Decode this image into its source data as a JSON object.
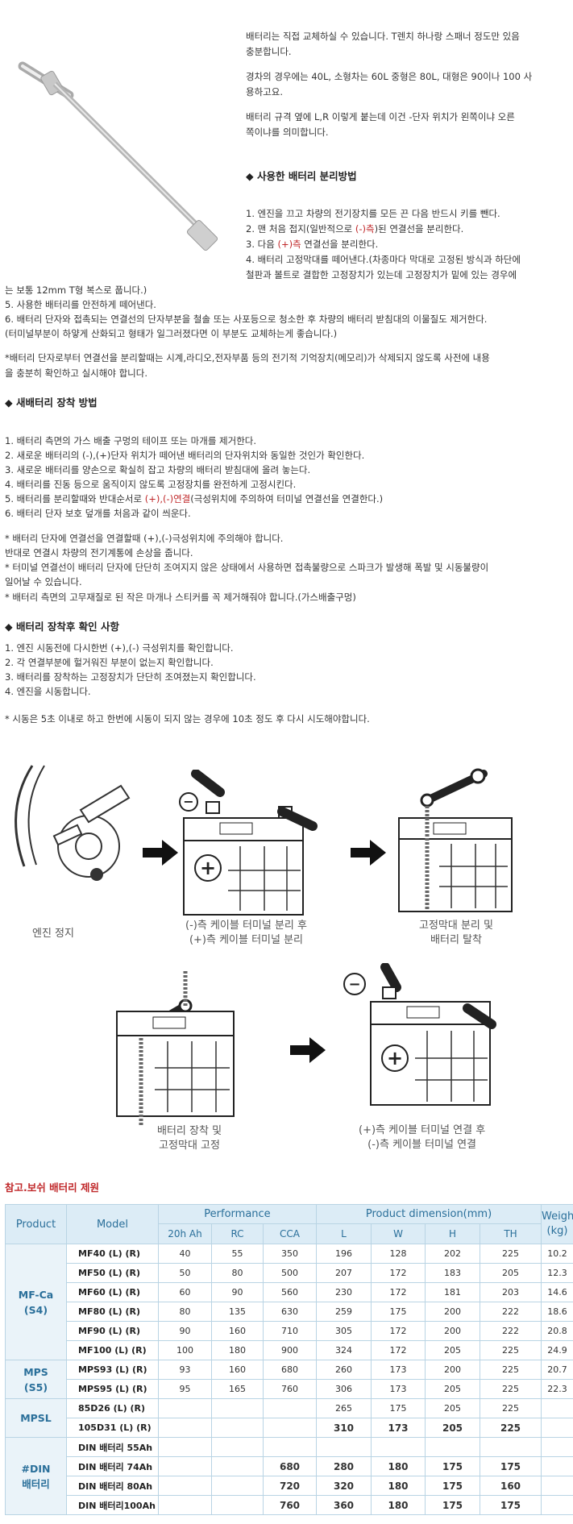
{
  "intro": {
    "p1": [
      "배터리는 직접 교체하실 수 있습니다. T렌치 하나랑 스패너 정도만 있음",
      "충분합니다."
    ],
    "p2": [
      "경차의 경우에는 40L, 소형차는 60L 중형은 80L, 대형은 90이나 100 사",
      "용하고요."
    ],
    "p3": [
      "배터리 규격 옆에 L,R 이렇게 붙는데 이건 -단자 위치가 왼쪽이냐 오른",
      "쪽이냐를 의미합니다."
    ]
  },
  "removal": {
    "heading": "◆ 사용한 배터리 분리방법",
    "s1": "1. 엔진을 끄고 차량의 전기장치를 모든 끈 다음 반드시 키를 뺀다.",
    "s2_a": "2. 맨 처음 접지(일반적으로 ",
    "s2_red": "(-)측",
    "s2_b": ")된 연결선을 분리한다.",
    "s3_a": "3. 다음 ",
    "s3_red": "(+)측",
    "s3_b": " 연결선을 분리한다.",
    "s4a": "4. 배터리 고정막대를 떼어낸다.(차종마다 막대로 고정된 방식과 하단에",
    "s4b": "철판과 볼트로 결합한 고정장치가 있는데 고정장치가 밑에 있는 경우에",
    "s4c": "는 보통 12mm T형 복스로 풉니다.)",
    "s5": "5. 사용한 배터리를 안전하게 떼어낸다.",
    "s6a": "6. 배터리 단자와 접촉되는 연결선의 단자부분을 철솔 또는 사포등으로 청소한 후 차량의 배터리 받침대의 이물질도 제거한다.",
    "s6b": "(터미널부분이 하얗게 산화되고 형태가 일그러졌다면 이 부분도 교체하는게 좋습니다.)",
    "note_a": "*배터리 단자로부터 연결선을 분리할때는 시계,라디오,전자부품 등의 전기적 기억장치(메모리)가 삭제되지 않도록 사전에 내용",
    "note_b": "을 충분히 확인하고 실시해야 합니다."
  },
  "install": {
    "heading": "◆ 새배터리 장착 방법",
    "s1": "1. 배터리 측면의 가스 배출 구멍의 테이프 또는 마개를 제거한다.",
    "s2": "2. 새로운 배터리의 (-),(+)단자 위치가 떼어낸 배터리의 단자위치와 동일한 것인가 확인한다.",
    "s3": "3. 새로운 배터리를 양손으로 확실히 잡고 차량의 배터리 받침대에 올려 놓는다.",
    "s4": "4. 배터리를 진동 등으로 움직이지 않도록 고정장치를 완전하게 고정시킨다.",
    "s5_a": "5. 배터리를 분리할때와 반대순서로 ",
    "s5_red": "(+),(-)연결",
    "s5_b": "(극성위치에 주의하여 터미널 연결선을 연결한다.)",
    "s6": "6. 배터리 단자 보호 덮개를 처음과 같이 씌운다.",
    "n1": "* 배터리 단자에 연결선을 연결할때 (+),(-)극성위치에 주의해야 합니다.",
    "n1b": "반대로 연결시 차량의 전기계통에 손상을 줍니다.",
    "n2": "* 터미널 연결선이 배터리 단자에 단단히 조여지지 않은 상태에서 사용하면 접촉불량으로 스파크가 발생해 폭발 및 시동불량이",
    "n2b": "일어날 수 있습니다.",
    "n3": "* 배터리 측면의 고무재질로 된 작은 마개나 스티커를 꼭 제거해줘야 합니다.(가스배출구멍)"
  },
  "check": {
    "heading": "◆ 배터리 장착후 확인 사항",
    "s1": "1. 엔진 시동전에 다시한번 (+),(-) 극성위치를 확인합니다.",
    "s2": "2. 각 연결부분에 헐거워진 부분이 없는지 확인합니다.",
    "s3": "3. 배터리를 장착하는 고정장치가 단단히 조여졌는지 확인합니다.",
    "s4": "4. 엔진을 시동합니다.",
    "note": "* 시동은 5초 이내로 하고 한번에 시동이 되지 않는 경우에 10초 정도 후 다시 시도해야합니다."
  },
  "diagram": {
    "cap1": "엔진 정지",
    "cap2a": "(-)측 케이블 터미널 분리 후",
    "cap2b": "(+)측 케이블 터미널 분리",
    "cap3a": "고정막대 분리 및",
    "cap3b": "배터리 탈착",
    "cap4a": "배터리 장착 및",
    "cap4b": "고정막대 고정",
    "cap5a": "(+)측 케이블 터미널 연결 후",
    "cap5b": "(-)측 케이블 터미널 연결",
    "minus": "−",
    "plus": "+"
  },
  "table": {
    "title": "참고.보쉬 배터리 제원",
    "h_product": "Product",
    "h_model": "Model",
    "h_perf": "Performance",
    "h_dim": "Product  dimension(mm)",
    "h_weight": "Weigh",
    "h_weight_unit": "(kg)",
    "sub": [
      "20h Ah",
      "RC",
      "CCA",
      "L",
      "W",
      "H",
      "TH"
    ],
    "groups": {
      "mfca": "MF-Ca",
      "mfca2": "(S4)",
      "mps": "MPS",
      "mps2": "(S5)",
      "mpsl": "MPSL",
      "din": "#DIN",
      "din2": "배터리"
    },
    "rows": [
      [
        "MF40 (L) (R)",
        "40",
        "55",
        "350",
        "196",
        "128",
        "202",
        "225",
        "10.2"
      ],
      [
        "MF50 (L) (R)",
        "50",
        "80",
        "500",
        "207",
        "172",
        "183",
        "205",
        "12.3"
      ],
      [
        "MF60 (L) (R)",
        "60",
        "90",
        "560",
        "230",
        "172",
        "181",
        "203",
        "14.6"
      ],
      [
        "MF80 (L) (R)",
        "80",
        "135",
        "630",
        "259",
        "175",
        "200",
        "222",
        "18.6"
      ],
      [
        "MF90 (L) (R)",
        "90",
        "160",
        "710",
        "305",
        "172",
        "200",
        "222",
        "20.8"
      ],
      [
        "MF100 (L) (R)",
        "100",
        "180",
        "900",
        "324",
        "172",
        "205",
        "225",
        "24.9"
      ],
      [
        "MPS93 (L) (R)",
        "93",
        "160",
        "680",
        "260",
        "173",
        "200",
        "225",
        "20.7"
      ],
      [
        "MPS95 (L) (R)",
        "95",
        "165",
        "760",
        "306",
        "173",
        "205",
        "225",
        "22.3"
      ],
      [
        "85D26 (L) (R)",
        "",
        "",
        "",
        "265",
        "175",
        "205",
        "225",
        ""
      ],
      [
        "105D31 (L) (R)",
        "",
        "",
        "",
        "310",
        "173",
        "205",
        "225",
        ""
      ],
      [
        "DIN 배터리 55Ah",
        "",
        "",
        "",
        "",
        "",
        "",
        "",
        ""
      ],
      [
        "DIN 배터리 74Ah",
        "",
        "",
        "680",
        "280",
        "180",
        "175",
        "175",
        ""
      ],
      [
        "DIN 배터리 80Ah",
        "",
        "",
        "720",
        "320",
        "180",
        "175",
        "160",
        ""
      ],
      [
        "DIN 배터리100Ah",
        "",
        "",
        "760",
        "360",
        "180",
        "175",
        "175",
        ""
      ]
    ]
  }
}
